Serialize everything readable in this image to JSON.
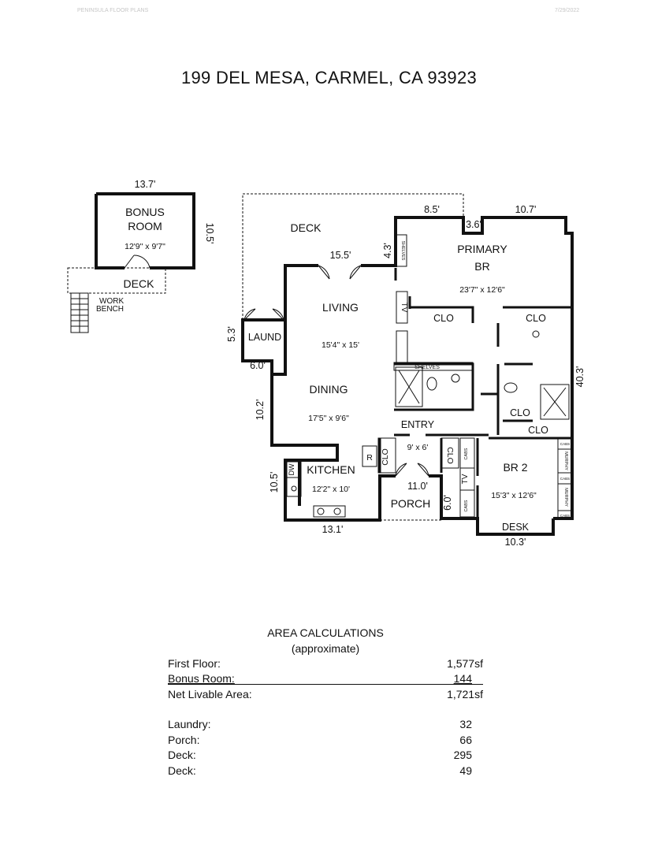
{
  "header": {
    "left_text": "PENINSULA FLOOR PLANS",
    "right_text": "7/29/2022"
  },
  "title": "199 DEL MESA, CARMEL, CA 93923",
  "plan": {
    "bonus": {
      "dim_top": "13.7'",
      "dim_side": "10.5'",
      "room_name_1": "BONUS",
      "room_name_2": "ROOM",
      "room_size": "12'9\" x 9'7\"",
      "deck_label": "DECK",
      "work_1": "WORK",
      "work_2": "BENCH"
    },
    "main": {
      "deck": "DECK",
      "dims": {
        "d155": "15.5'",
        "d43": "4.3'",
        "d85": "8.5'",
        "d36": "3.6'",
        "d107": "10.7'",
        "d403": "40.3'",
        "d53": "5.3'",
        "d60": "6.0'",
        "d102": "10.2'",
        "d105": "10.5'",
        "d131": "13.1'",
        "d110": "11.0'",
        "d60b": "6.0'",
        "d103": "10.3'"
      },
      "rooms": {
        "living": "LIVING",
        "living_size": "15'4\" x 15'",
        "dining": "DINING",
        "dining_size": "17'5\" x 9'6\"",
        "kitchen": "KITCHEN",
        "kitchen_size": "12'2\" x 10'",
        "entry": "ENTRY",
        "entry_size": "9' x 6'",
        "porch": "PORCH",
        "primary_1": "PRIMARY",
        "primary_2": "BR",
        "primary_size": "23'7\" x 12'6\"",
        "br2": "BR 2",
        "br2_size": "15'3\" x 12'6\"",
        "laund": "LAUND"
      },
      "fixtures": {
        "shelves_v": "SHELVES",
        "shelves_h": "SHELVES",
        "tv1": "TV",
        "tv2": "TV",
        "clo1": "CLO",
        "clo2": "CLO",
        "clo3": "CLO",
        "clo4": "CLO",
        "clo5": "CLO",
        "clo6": "CLO",
        "cabs1": "CABS",
        "cabs2": "CABS",
        "cabs3": "CABS",
        "cabs4": "CABS",
        "cabs5": "CABS",
        "murphy1": "MURPHY",
        "murphy2": "MURPHY",
        "dw": "DW",
        "r": "R",
        "desk": "DESK"
      }
    }
  },
  "area": {
    "title": "AREA CALCULATIONS",
    "subtitle": "(approximate)",
    "rows": [
      {
        "label": "First Floor:",
        "value": "1,577sf"
      },
      {
        "label": "Bonus Room:",
        "value": "144"
      },
      {
        "label": "Net Livable Area:",
        "value": "1,721sf"
      },
      {
        "label": "Laundry:",
        "value": "32"
      },
      {
        "label": "Porch:",
        "value": "66"
      },
      {
        "label": "Deck:",
        "value": "295"
      },
      {
        "label": "Deck:",
        "value": "49"
      }
    ]
  }
}
